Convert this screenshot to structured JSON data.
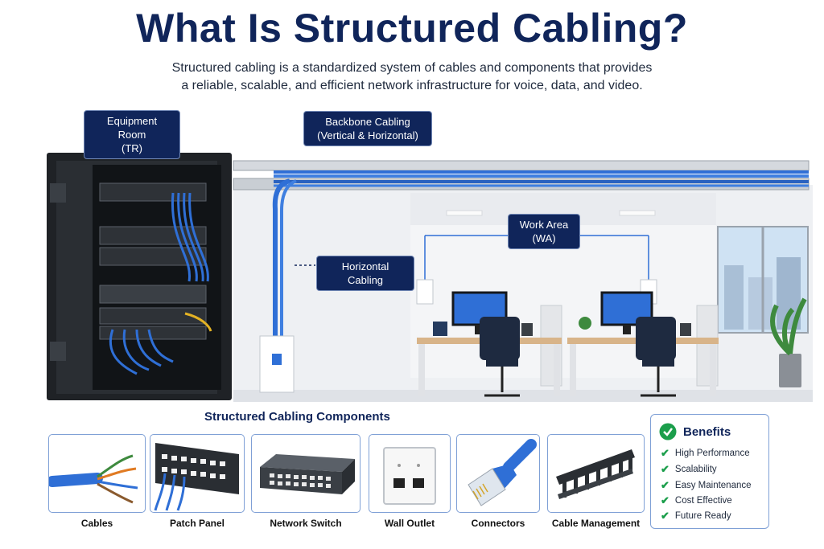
{
  "header": {
    "title": "What Is Structured Cabling?",
    "subtitle_line1": "Structured cabling is a standardized system of cables and components that provides",
    "subtitle_line2": "a reliable, scalable, and efficient network infrastructure for voice, data, and video."
  },
  "labels": {
    "equipment_room_line1": "Equipment Room",
    "equipment_room_line2": "(TR)",
    "backbone_line1": "Backbone Cabling",
    "backbone_line2": "(Vertical & Horizontal)",
    "work_area_line1": "Work Area",
    "work_area_line2": "(WA)",
    "horizontal": "Horizontal Cabling"
  },
  "components": {
    "title": "Structured Cabling Components",
    "items": [
      {
        "label": "Cables",
        "icon": "cable-icon"
      },
      {
        "label": "Patch Panel",
        "icon": "patch-panel-icon"
      },
      {
        "label": "Network Switch",
        "icon": "network-switch-icon"
      },
      {
        "label": "Wall Outlet",
        "icon": "wall-outlet-icon"
      },
      {
        "label": "Connectors",
        "icon": "rj45-connector-icon"
      },
      {
        "label": "Cable Management",
        "icon": "cable-management-icon"
      }
    ]
  },
  "benefits": {
    "title": "Benefits",
    "items": [
      "High Performance",
      "Scalability",
      "Easy Maintenance",
      "Cost Effective",
      "Future Ready"
    ]
  },
  "colors": {
    "navy": "#10255a",
    "cable_blue": "#2f6fd6",
    "check_green": "#1b9e4b"
  }
}
